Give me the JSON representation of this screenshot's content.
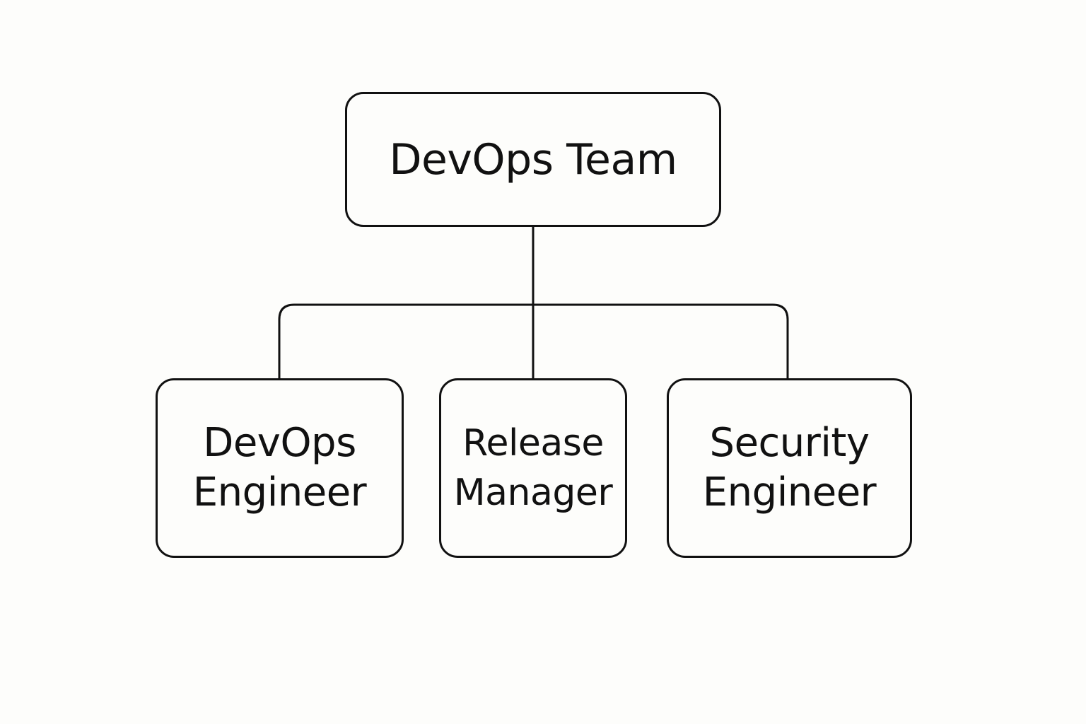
{
  "diagram": {
    "root": {
      "label": "DevOps Team"
    },
    "children": [
      {
        "line1": "DevOps",
        "line2": "Engineer"
      },
      {
        "line1": "Release",
        "line2": "Manager"
      },
      {
        "line1": "Security",
        "line2": "Engineer"
      }
    ]
  },
  "colors": {
    "background": "#fdfdfb",
    "stroke": "#111111",
    "text": "#111111"
  }
}
